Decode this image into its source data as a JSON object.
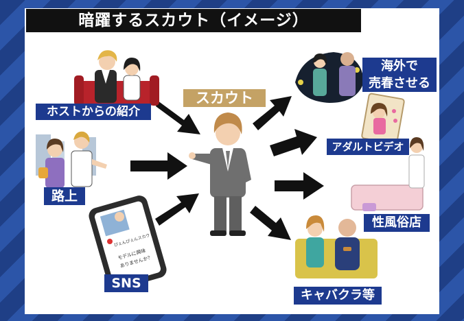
{
  "title": "暗躍するスカウト（イメージ）",
  "center": {
    "label": "スカウト"
  },
  "sources": [
    {
      "label": "ホストからの紹介"
    },
    {
      "label": "路上"
    },
    {
      "label": "SNS"
    }
  ],
  "destinations": [
    {
      "label_line1": "海外で",
      "label_line2": "売春させる"
    },
    {
      "label": "アダルトビデオ"
    },
    {
      "label": "性風俗店"
    },
    {
      "label": "キャバクラ等"
    }
  ],
  "phone_screen": {
    "account": "ぴぇんぴぇんスカウト",
    "line1": "モデルに興味",
    "line2": "ありませんか？"
  },
  "colors": {
    "label_blue": "#1d3a8f",
    "label_tan": "#c4a265",
    "arrow": "#111111",
    "title_bg": "#111111"
  }
}
